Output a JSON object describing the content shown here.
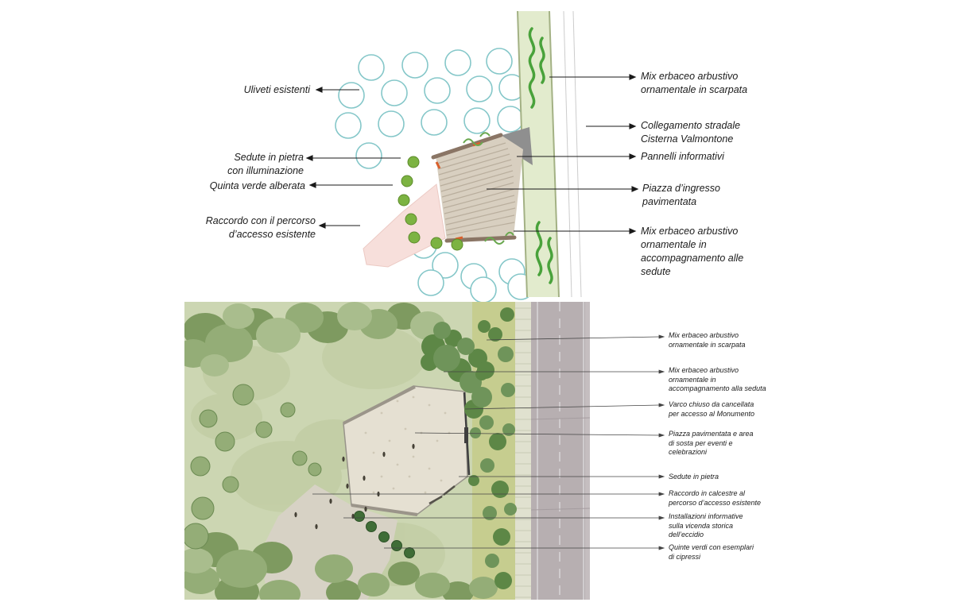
{
  "top_diagram": {
    "left_labels": [
      "Uliveti esistenti",
      "Sedute in pietra\ncon illuminazione",
      "Quinta verde alberata",
      "Raccordo con il percorso\nd’accesso esistente"
    ],
    "right_labels": [
      "Mix erbaceo arbustivo\nornamentale in scarpata",
      "Collegamento stradale\nCisterna Valmontone",
      "Pannelli informativi",
      "Piazza d’ingresso\npavimentata",
      "Mix erbaceo arbustivo\nornamentale in\naccompagnamento alle\nsedute"
    ]
  },
  "bottom_plan": {
    "labels": [
      "Mix erbaceo arbustivo\nornamentale in scarpata",
      "Mix erbaceo arbustivo\nornamentale in\naccompagnamento alla seduta",
      "Varco chiuso da cancellata\nper accesso al Monumento",
      "Piazza pavimentata e area\ndi sosta per eventi e\ncelebrazioni",
      "Sedute in pietra",
      "Raccordo in calcestre al\npercorso d’accesso esistente",
      "Installazioni informative\nsulla vicenda storica\ndell’eccidio",
      "Quinte verdi con esemplari\ndi cipressi"
    ]
  },
  "colors": {
    "olive_circle": "#85c7c9",
    "tree_dot": "#7cb342",
    "verge_green": "#e2ebcd",
    "squiggle_green": "#49a23b",
    "plaza_paving": "#d8cfc0",
    "plaza_edge": "#8a7565",
    "path_pink": "#f7dfdb",
    "accent_orange": "#d95f2b",
    "road_asphalt": "#b7afb1"
  }
}
